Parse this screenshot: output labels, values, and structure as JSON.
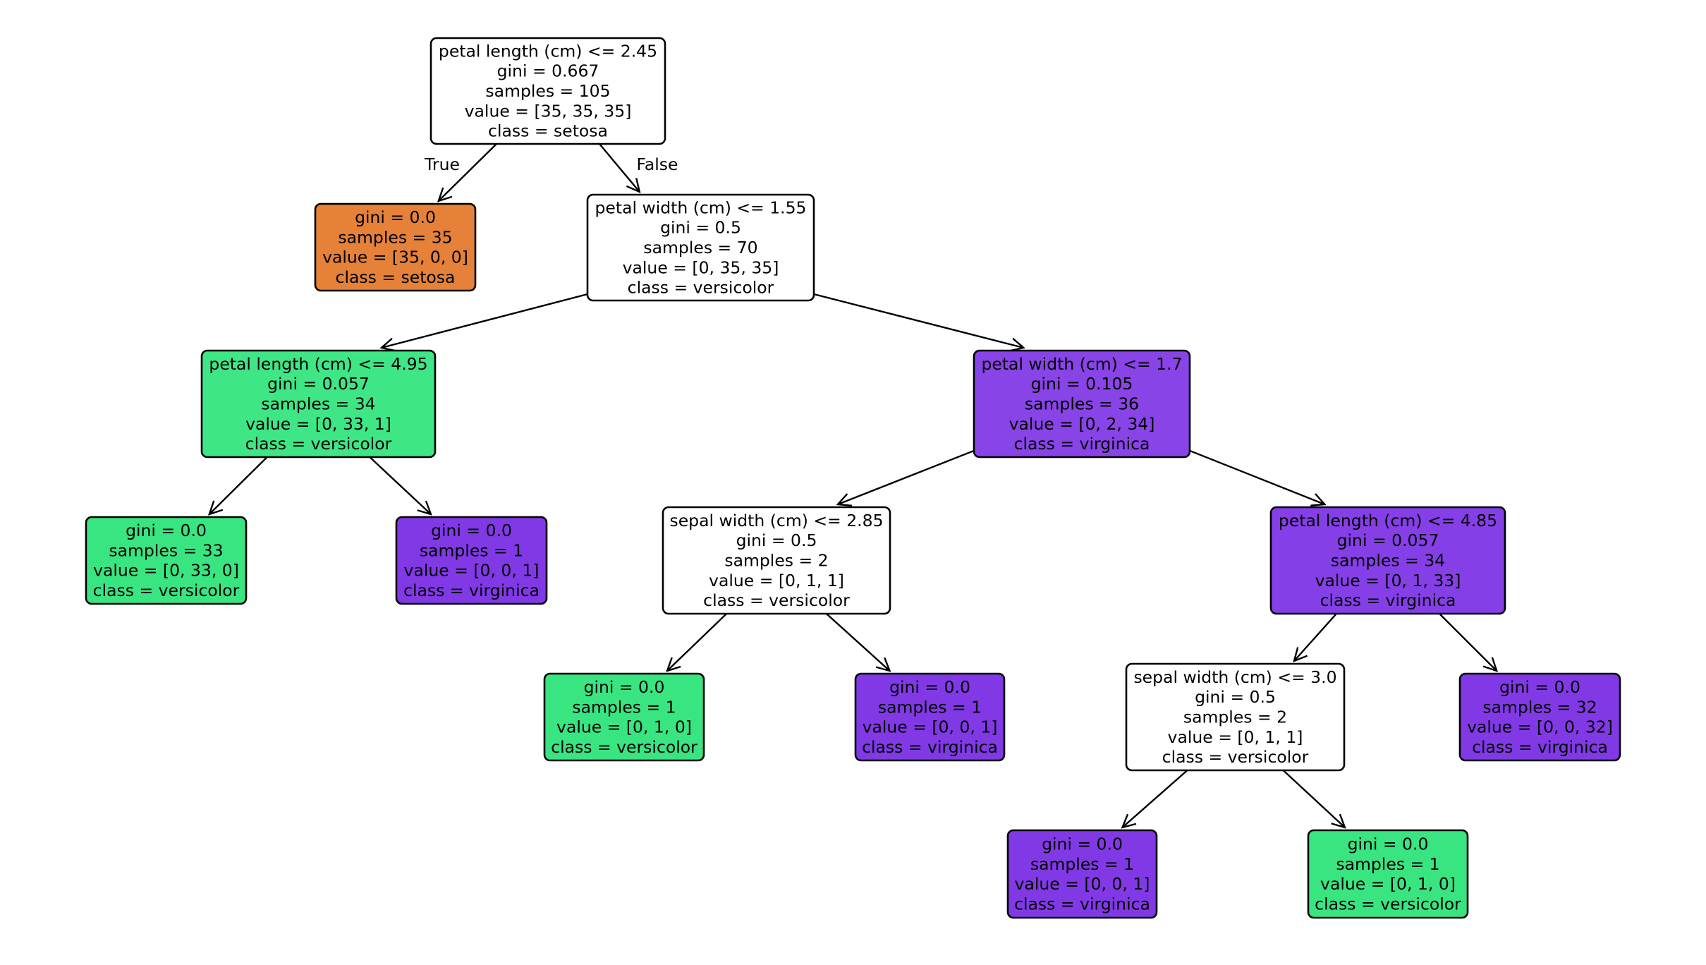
{
  "tree": {
    "class_colors": {
      "setosa": "#e58139",
      "versicolor": "#39e581",
      "virginica": "#8139e5"
    },
    "edge_labels": {
      "true_label": "True",
      "false_label": "False"
    },
    "nodes": [
      {
        "id": "n0",
        "lines": [
          "petal length (cm) <= 2.45",
          "gini = 0.667",
          "samples = 105",
          "value = [35, 35, 35]",
          "class = setosa"
        ],
        "fill": "#ffffff"
      },
      {
        "id": "n1",
        "lines": [
          "gini = 0.0",
          "samples = 35",
          "value = [35, 0, 0]",
          "class = setosa"
        ],
        "fill": "#e58139"
      },
      {
        "id": "n2",
        "lines": [
          "petal width (cm) <= 1.55",
          "gini = 0.5",
          "samples = 70",
          "value = [0, 35, 35]",
          "class = versicolor"
        ],
        "fill": "#ffffff"
      },
      {
        "id": "n3",
        "lines": [
          "petal length (cm) <= 4.95",
          "gini = 0.057",
          "samples = 34",
          "value = [0, 33, 1]",
          "class = versicolor"
        ],
        "fill": "#3fe685"
      },
      {
        "id": "n4",
        "lines": [
          "gini = 0.0",
          "samples = 33",
          "value = [0, 33, 0]",
          "class = versicolor"
        ],
        "fill": "#39e581"
      },
      {
        "id": "n5",
        "lines": [
          "gini = 0.0",
          "samples = 1",
          "value = [0, 0, 1]",
          "class = virginica"
        ],
        "fill": "#8139e5"
      },
      {
        "id": "n6",
        "lines": [
          "petal width (cm) <= 1.7",
          "gini = 0.105",
          "samples = 36",
          "value = [0, 2, 34]",
          "class = virginica"
        ],
        "fill": "#8844e7"
      },
      {
        "id": "n7",
        "lines": [
          "sepal width (cm) <= 2.85",
          "gini = 0.5",
          "samples = 2",
          "value = [0, 1, 1]",
          "class = versicolor"
        ],
        "fill": "#ffffff"
      },
      {
        "id": "n8",
        "lines": [
          "gini = 0.0",
          "samples = 1",
          "value = [0, 1, 0]",
          "class = versicolor"
        ],
        "fill": "#39e581"
      },
      {
        "id": "n9",
        "lines": [
          "gini = 0.0",
          "samples = 1",
          "value = [0, 0, 1]",
          "class = virginica"
        ],
        "fill": "#8139e5"
      },
      {
        "id": "n10",
        "lines": [
          "petal length (cm) <= 4.85",
          "gini = 0.057",
          "samples = 34",
          "value = [0, 1, 33]",
          "class = virginica"
        ],
        "fill": "#853fe6"
      },
      {
        "id": "n11",
        "lines": [
          "sepal width (cm) <= 3.0",
          "gini = 0.5",
          "samples = 2",
          "value = [0, 1, 1]",
          "class = versicolor"
        ],
        "fill": "#ffffff"
      },
      {
        "id": "n12",
        "lines": [
          "gini = 0.0",
          "samples = 1",
          "value = [0, 0, 1]",
          "class = virginica"
        ],
        "fill": "#8139e5"
      },
      {
        "id": "n13",
        "lines": [
          "gini = 0.0",
          "samples = 1",
          "value = [0, 1, 0]",
          "class = versicolor"
        ],
        "fill": "#39e581"
      },
      {
        "id": "n14",
        "lines": [
          "gini = 0.0",
          "samples = 32",
          "value = [0, 0, 32]",
          "class = virginica"
        ],
        "fill": "#8139e5"
      }
    ],
    "edges": [
      [
        "n0",
        "n1"
      ],
      [
        "n0",
        "n2"
      ],
      [
        "n2",
        "n3"
      ],
      [
        "n2",
        "n6"
      ],
      [
        "n3",
        "n4"
      ],
      [
        "n3",
        "n5"
      ],
      [
        "n6",
        "n7"
      ],
      [
        "n6",
        "n10"
      ],
      [
        "n7",
        "n8"
      ],
      [
        "n7",
        "n9"
      ],
      [
        "n10",
        "n11"
      ],
      [
        "n10",
        "n14"
      ],
      [
        "n11",
        "n12"
      ],
      [
        "n11",
        "n13"
      ]
    ]
  }
}
